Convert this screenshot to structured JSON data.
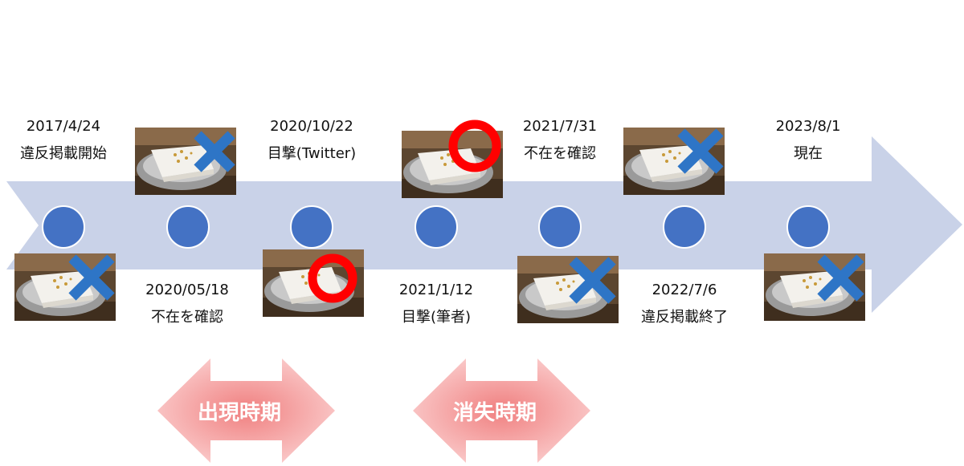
{
  "top": [
    {
      "date": "2017/4/24",
      "label": "違反掲載開始"
    },
    {
      "date": "2020/10/22",
      "label": "目撃(Twitter)"
    },
    {
      "date": "2021/7/31",
      "label": "不在を確認"
    },
    {
      "date": "2023/8/1",
      "label": "現在"
    }
  ],
  "bottom": [
    {
      "date": "2020/05/18",
      "label": "不在を確認"
    },
    {
      "date": "2021/1/12",
      "label": "目撃(筆者)"
    },
    {
      "date": "2022/7/6",
      "label": "違反掲載終了"
    }
  ],
  "periods": [
    {
      "label": "出現時期"
    },
    {
      "label": "消失時期"
    }
  ],
  "colors": {
    "arrow": "#c9d2e8",
    "dot": "#4472c4",
    "cross": "#2e75c6",
    "circle": "#ff0000",
    "period": "#f7a6a6"
  }
}
